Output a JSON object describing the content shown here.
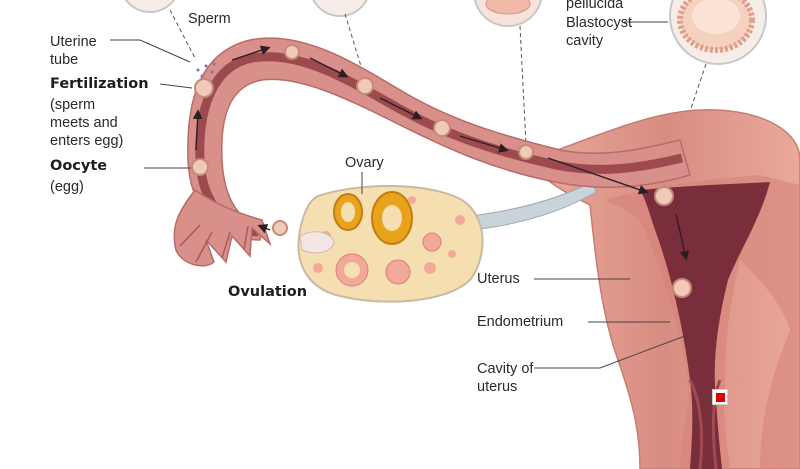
{
  "labels": {
    "sperm": "Sperm",
    "uterine_tube": "Uterine\ntube",
    "fertilization": "Fertilization",
    "fertilization_note": "(sperm\nmeets and\nenters egg)",
    "oocyte": "Oocyte",
    "oocyte_note": "(egg)",
    "ovary": "Ovary",
    "ovulation": "Ovulation",
    "pellucida": "pellucida",
    "blastocyst_cavity": "Blastocyst\ncavity",
    "uterus": "Uterus",
    "endometrium": "Endometrium",
    "cavity_of_uterus": "Cavity of\nuterus"
  },
  "colors": {
    "tube_outer": "#d98f8a",
    "tube_inner": "#9c4a4e",
    "uterus_wall": "#e6a496",
    "uterus_cavity": "#7a2e3c",
    "ovary": "#f5dfb0",
    "follicle": "#e8a21c",
    "cell": "#f0c9b8",
    "arrow": "#2b1f22",
    "marker": "#e00000"
  }
}
